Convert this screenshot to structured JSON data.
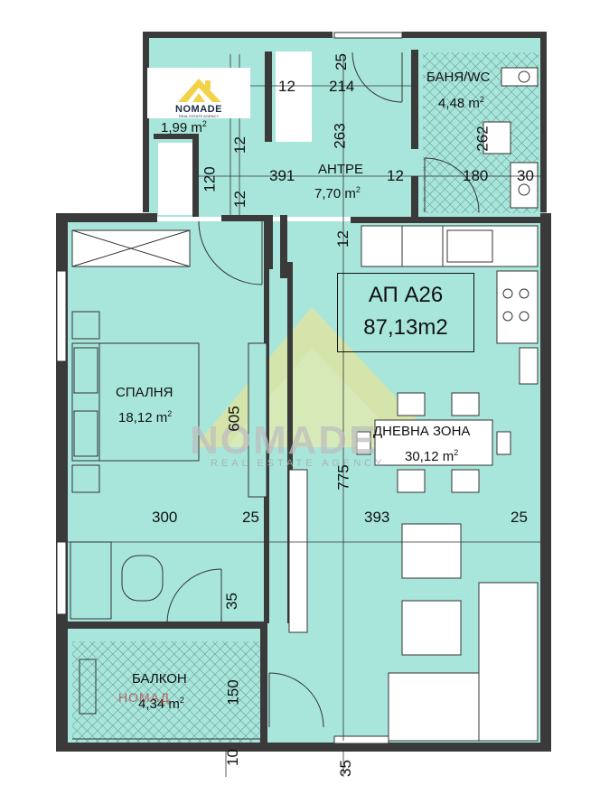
{
  "apartment": {
    "code": "АП А26",
    "total_area": "87,13m2"
  },
  "logo": {
    "brand": "NOMADE",
    "tagline": "REAL ESTATE AGENCY"
  },
  "watermark": {
    "brand": "NOMADE",
    "tagline": "REAL ESTATE AGENCY",
    "balcony_mark": "НОМАД"
  },
  "rooms": {
    "storage": {
      "area": "1,99 m",
      "sup": "2"
    },
    "hallway": {
      "name": "АНТРЕ",
      "area": "7,70 m",
      "sup": "2"
    },
    "bathroom": {
      "name": "БАНЯ/WC",
      "area": "4,48 m",
      "sup": "2"
    },
    "bedroom": {
      "name": "СПАЛНЯ",
      "area": "18,12 m",
      "sup": "2"
    },
    "living": {
      "name": "ДНЕВНА ЗОНА",
      "area": "30,12 m",
      "sup": "2"
    },
    "balcony": {
      "name": "БАЛКОН",
      "area": "4,34 m",
      "sup": "2"
    }
  },
  "dimensions": {
    "d12a": "12",
    "d214": "214",
    "d25a": "25",
    "d263": "263",
    "d262": "262",
    "d12b": "12",
    "d120": "120",
    "d12c": "12",
    "d391": "391",
    "d12d": "12",
    "d180": "180",
    "d30": "30",
    "d12e": "12",
    "d605": "605",
    "d775": "775",
    "d300": "300",
    "d25b": "25",
    "d393": "393",
    "d25c": "25",
    "d35a": "35",
    "d150": "150",
    "d10": "10",
    "d35b": "35"
  },
  "colors": {
    "floor": "#a8e6dc",
    "wall": "#3a3a3a",
    "balcony_floor": "#a8e6dc",
    "watermark": "#f3e38a"
  }
}
